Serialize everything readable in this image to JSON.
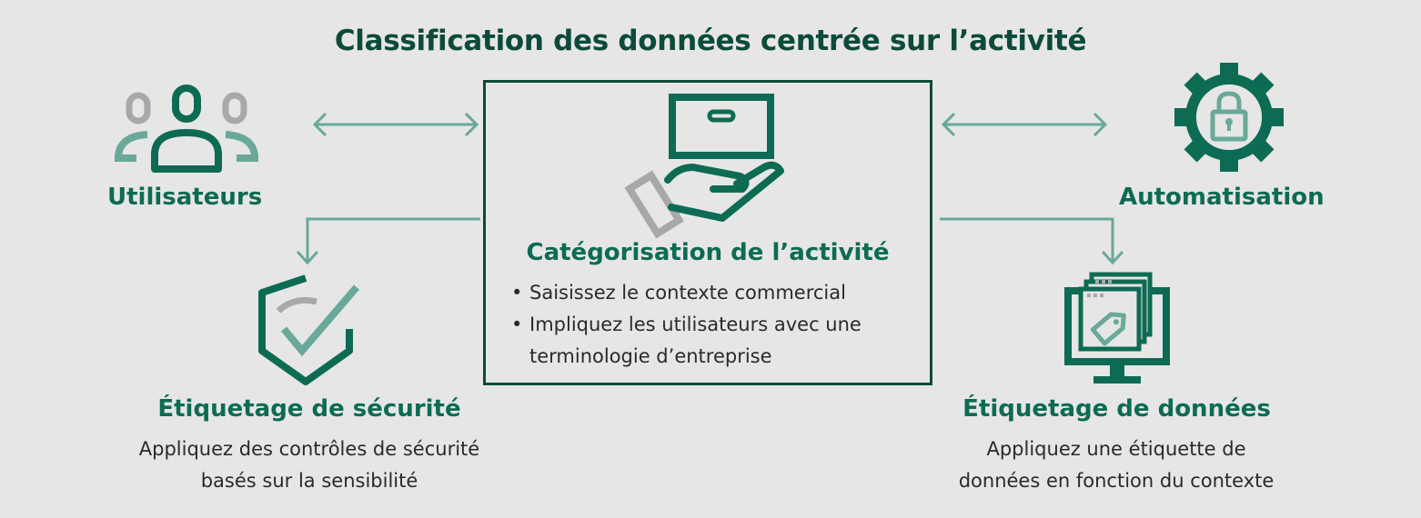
{
  "title": "Classification des données centrée sur l’activité",
  "center": {
    "title": "Catégorisation de l’activité",
    "bullets": [
      "Saisissez le contexte commercial",
      "Impliquez les utilisateurs avec une terminologie d’entreprise"
    ],
    "icon": "hand-box-icon"
  },
  "users": {
    "label": "Utilisateurs",
    "icon": "users-icon"
  },
  "automation": {
    "label": "Automatisation",
    "icon": "gear-lock-icon"
  },
  "security": {
    "label": "Étiquetage de sécurité",
    "desc_line1": "Appliquez des contrôles de sécurité",
    "desc_line2": "basés sur la sensibilité",
    "icon": "shield-check-icon"
  },
  "data_labeling": {
    "label": "Étiquetage de données",
    "desc_line1": "Appliquez une étiquette de",
    "desc_line2": "données en fonction du contexte",
    "icon": "monitor-tag-icon"
  },
  "colors": {
    "background": "#e6e6e6",
    "dark_green": "#0d6b53",
    "title_green": "#0c4a3a",
    "light_green": "#6aa89a",
    "gray": "#a8a8a8"
  }
}
